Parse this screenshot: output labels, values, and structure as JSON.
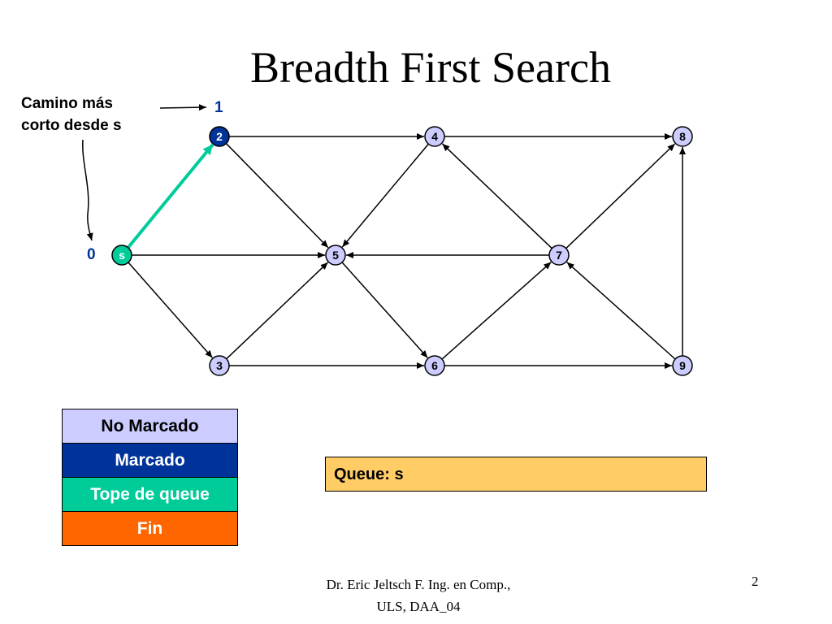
{
  "slide": {
    "title": "Breadth First Search",
    "annotation": "Camino más\ncorto desde s",
    "footer": "Dr. Eric Jeltsch F. Ing. en Comp.,\nULS, DAA_04",
    "page_number": "2"
  },
  "distances": {
    "s": "0",
    "n2": "1"
  },
  "colors": {
    "unmarked": "#ccccff",
    "marked": "#003399",
    "queue_top": "#00cc99",
    "finished": "#ff6600",
    "queue_box": "#ffcc66",
    "highlight_edge": "#00cc99"
  },
  "graph": {
    "nodes": [
      {
        "id": "s",
        "label": "s",
        "state": "queue_top"
      },
      {
        "id": "n2",
        "label": "2",
        "state": "marked"
      },
      {
        "id": "n3",
        "label": "3",
        "state": "unmarked"
      },
      {
        "id": "n4",
        "label": "4",
        "state": "unmarked"
      },
      {
        "id": "n5",
        "label": "5",
        "state": "unmarked"
      },
      {
        "id": "n6",
        "label": "6",
        "state": "unmarked"
      },
      {
        "id": "n7",
        "label": "7",
        "state": "unmarked"
      },
      {
        "id": "n8",
        "label": "8",
        "state": "unmarked"
      },
      {
        "id": "n9",
        "label": "9",
        "state": "unmarked"
      }
    ],
    "edges": [
      {
        "from": "s",
        "to": "n2",
        "highlight": true
      },
      {
        "from": "s",
        "to": "n5"
      },
      {
        "from": "s",
        "to": "n3"
      },
      {
        "from": "n2",
        "to": "n4"
      },
      {
        "from": "n2",
        "to": "n5"
      },
      {
        "from": "n3",
        "to": "n5"
      },
      {
        "from": "n3",
        "to": "n6"
      },
      {
        "from": "n4",
        "to": "n5"
      },
      {
        "from": "n4",
        "to": "n8"
      },
      {
        "from": "n5",
        "to": "n6"
      },
      {
        "from": "n6",
        "to": "n7"
      },
      {
        "from": "n6",
        "to": "n9"
      },
      {
        "from": "n7",
        "to": "n4"
      },
      {
        "from": "n7",
        "to": "n5"
      },
      {
        "from": "n7",
        "to": "n8"
      },
      {
        "from": "n9",
        "to": "n7"
      },
      {
        "from": "n9",
        "to": "n8"
      }
    ]
  },
  "legend": [
    {
      "label": "No Marcado",
      "state": "unmarked",
      "text_color": "#000000"
    },
    {
      "label": "Marcado",
      "state": "marked",
      "text_color": "#ffffff"
    },
    {
      "label": "Tope de queue",
      "state": "queue_top",
      "text_color": "#ffffff"
    },
    {
      "label": "Fin",
      "state": "finished",
      "text_color": "#ffffff"
    }
  ],
  "queue": {
    "text": "Queue: s"
  }
}
